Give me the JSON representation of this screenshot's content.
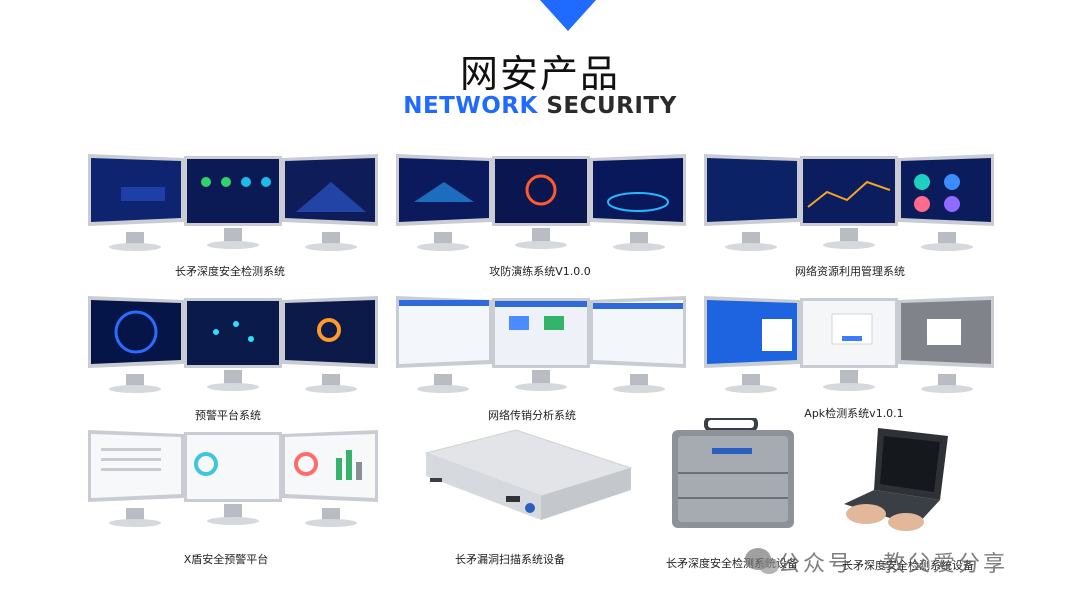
{
  "header": {
    "title": "网安产品",
    "subtitle_accent": "NETWORK",
    "subtitle_rest": "SECURITY"
  },
  "products": [
    {
      "label": "长矛深度安全检测系统"
    },
    {
      "label": "攻防演练系统V1.0.0"
    },
    {
      "label": "网络资源利用管理系统"
    },
    {
      "label": "预警平台系统"
    },
    {
      "label": "网络传销分析系统"
    },
    {
      "label": "Apk检测系统v1.0.1"
    },
    {
      "label": "X盾安全预警平台"
    },
    {
      "label": "长矛漏洞扫描系统设备"
    },
    {
      "label": "长矛深度安全检测系统设备"
    },
    {
      "label": "长矛深度安全检测系统设备"
    }
  ],
  "watermark": {
    "text": "公众号 · 教父爱分享"
  },
  "colors": {
    "accent": "#1f6bff",
    "title": "#111111",
    "dark_screen": "#0b1f5c"
  }
}
